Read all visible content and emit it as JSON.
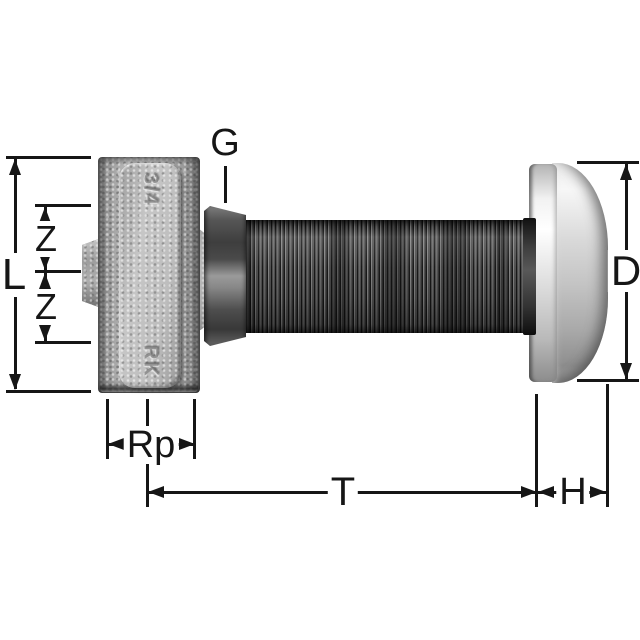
{
  "drawing": {
    "description": "Dimension drawing of a threaded tee fitting with union nut, corrugated connection tube and chrome-plated dome cover"
  },
  "labels": {
    "union_thread": "G",
    "body_length": "L",
    "z_upper": "Z",
    "z_lower": "Z",
    "cap_diameter": "D",
    "female_thread": "Rp",
    "tube_length": "T",
    "cap_height": "H"
  },
  "embossing": {
    "rib_top": "3/4",
    "rib_bottom": "RK"
  },
  "colors": {
    "background": "#ffffff",
    "dimension_lines": "#161616",
    "cast_body": "#adadad",
    "union_nut": "#565656",
    "tube": "#6b6b6b",
    "chrome_cap": "#d9d9d9"
  }
}
